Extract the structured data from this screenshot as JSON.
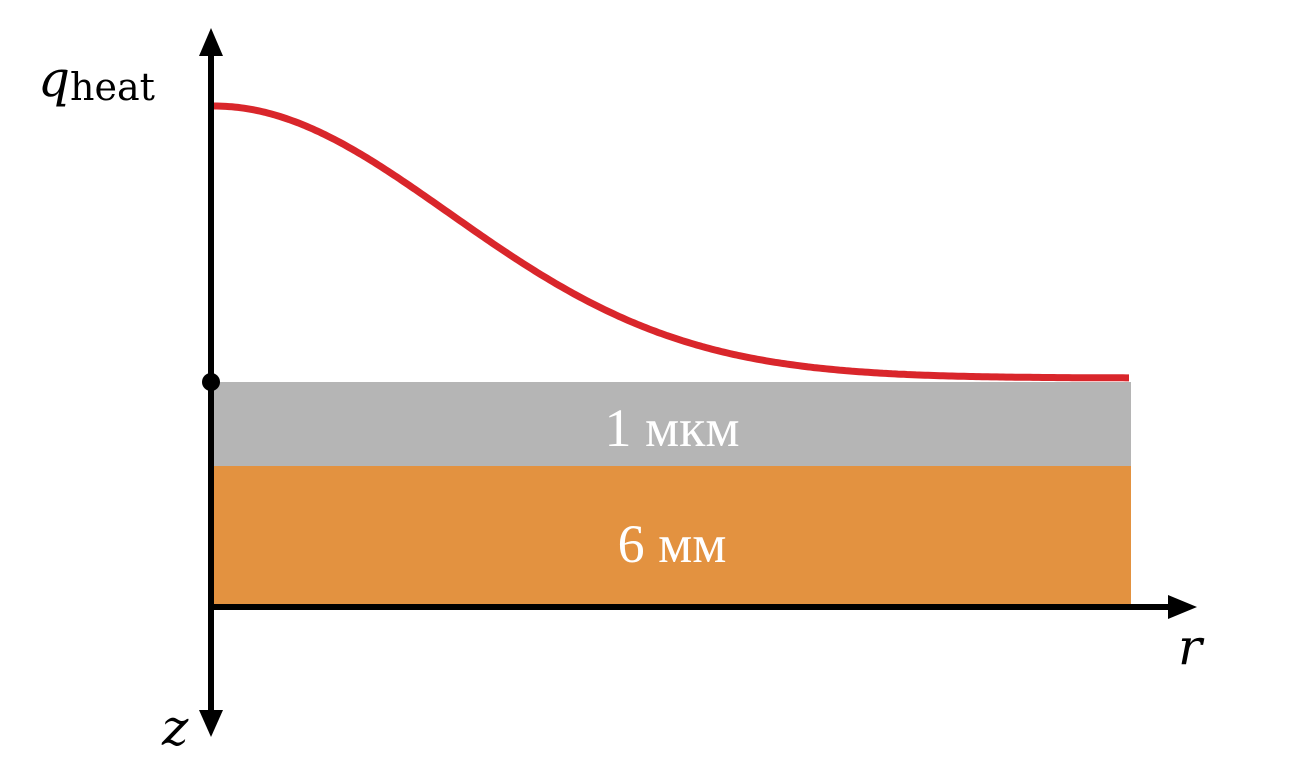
{
  "axes": {
    "vertical_label": {
      "symbol": "q",
      "subscript": "heat"
    },
    "horizontal_label": "r",
    "depth_label": "z"
  },
  "layers": [
    {
      "label": "1 мкм",
      "color": "#b5b5b5"
    },
    {
      "label": "6 мм",
      "color": "#e39240"
    }
  ],
  "curve": {
    "description_shape": "gaussian",
    "color": "#d9262b"
  },
  "axis_color": "#000000"
}
